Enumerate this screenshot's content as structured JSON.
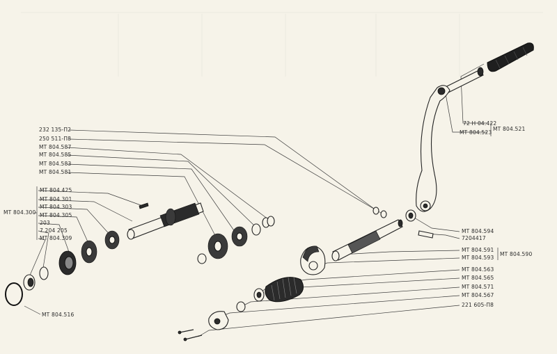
{
  "labels": {
    "bolt_a": "232 135-П2",
    "bolt_b": "250 511-П8",
    "gear_587": "МТ 804.587",
    "washer_585": "МТ 804.585",
    "ring_583": "МТ 804.583",
    "gear_581": "МТ 804.581",
    "pin_425": "МТ 804.425",
    "shaft_301": "МТ 804.301",
    "gear_303": "МТ 804.303",
    "group_300": "МТ 804.300",
    "gear_305": "МТ 804.305",
    "bearing_203": "203",
    "ring_205": "7 204 205",
    "cup_309": "МТ 804.309",
    "ring_516": "МТ 804.516",
    "handle_422": "72 Н 04.422",
    "lever_523": "МТ 804.523",
    "group_521": "МТ 804.521",
    "washer_594": "МТ 804.594",
    "pin_7204417": "7204417",
    "shaft_591": "МТ 804.591",
    "sector_593": "МТ 804.593",
    "group_590": "МТ 804.590",
    "spring_563": "МТ 804.563",
    "stop_565": "МТ 804.565",
    "bush_571": "МТ 804.571",
    "cover_567": "МТ 804.567",
    "screw_221605": "221 605-П8"
  }
}
